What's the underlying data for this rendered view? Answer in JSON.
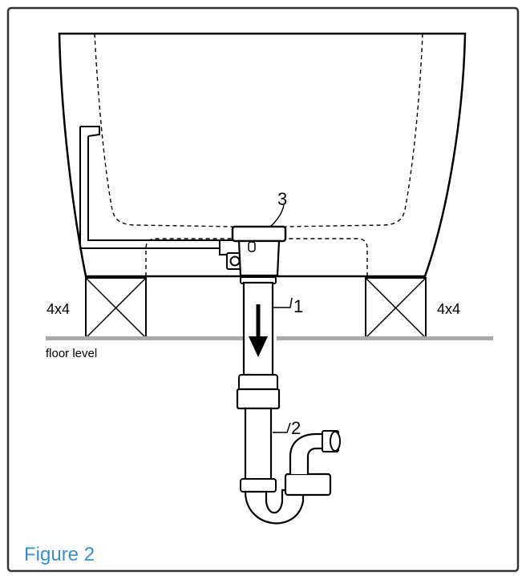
{
  "labels": {
    "support_left": "4x4",
    "support_right": "4x4",
    "floor": "floor level",
    "callout_1": "1",
    "callout_2": "2",
    "callout_3": "3"
  },
  "caption": "Figure 2",
  "colors": {
    "caption": "#3a8fc8",
    "floor": "#aaaaaa",
    "border": "#333333",
    "line": "#000000"
  }
}
